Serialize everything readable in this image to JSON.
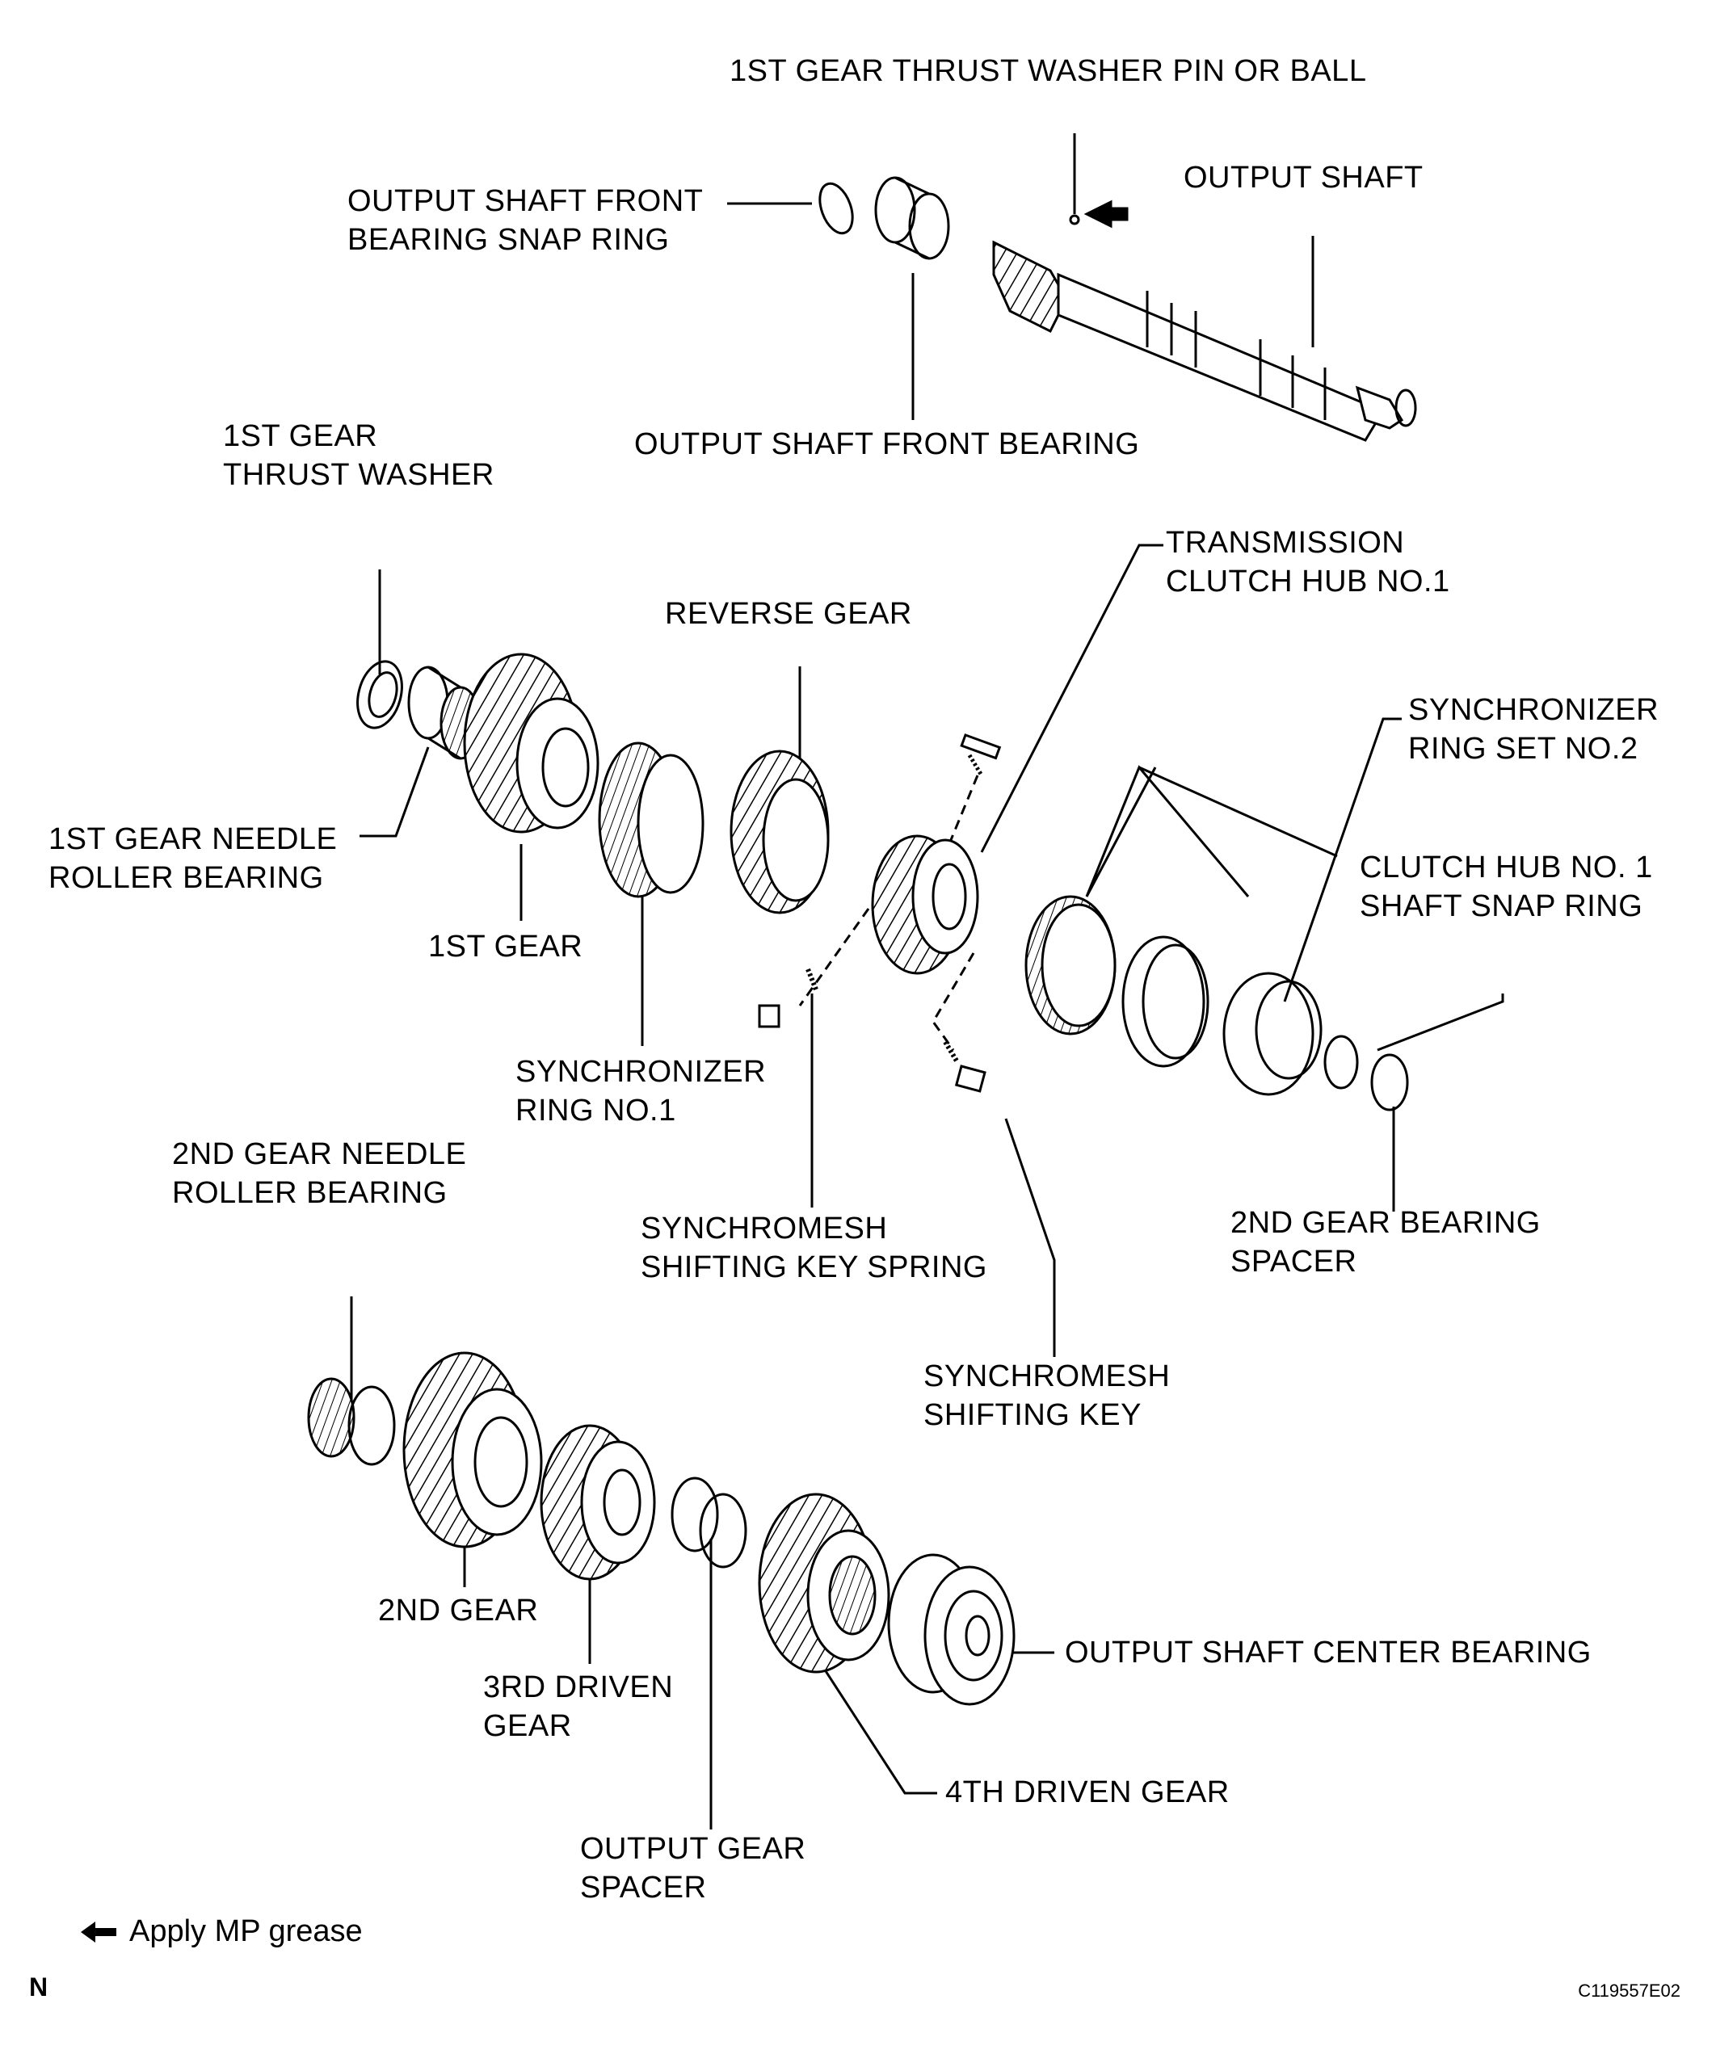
{
  "labels": {
    "thrust_washer_pin": "1ST GEAR THRUST WASHER PIN OR BALL",
    "output_shaft": "OUTPUT SHAFT",
    "front_snap_ring_1": "OUTPUT SHAFT FRONT",
    "front_snap_ring_2": "BEARING SNAP RING",
    "front_bearing": "OUTPUT SHAFT FRONT BEARING",
    "thrust_washer_1": "1ST GEAR",
    "thrust_washer_2": "THRUST WASHER",
    "clutch_hub_1": "TRANSMISSION",
    "clutch_hub_2": "CLUTCH HUB NO.1",
    "reverse_gear": "REVERSE GEAR",
    "sync_ring_set_1": "SYNCHRONIZER",
    "sync_ring_set_2": "RING SET NO.2",
    "hub_snap_ring_1": "CLUTCH HUB NO. 1",
    "hub_snap_ring_2": "SHAFT SNAP RING",
    "needle_1st_1": "1ST GEAR NEEDLE",
    "needle_1st_2": "ROLLER BEARING",
    "first_gear": "1ST GEAR",
    "sync_ring_1_1": "SYNCHRONIZER",
    "sync_ring_1_2": "RING NO.1",
    "needle_2nd_1": "2ND GEAR NEEDLE",
    "needle_2nd_2": "ROLLER BEARING",
    "key_spring_1": "SYNCHROMESH",
    "key_spring_2": "SHIFTING KEY SPRING",
    "spacer_2nd_1": "2ND GEAR BEARING",
    "spacer_2nd_2": "SPACER",
    "shifting_key_1": "SYNCHROMESH",
    "shifting_key_2": "SHIFTING KEY",
    "second_gear": "2ND GEAR",
    "third_driven_1": "3RD DRIVEN",
    "third_driven_2": "GEAR",
    "center_bearing": "OUTPUT SHAFT CENTER BEARING",
    "fourth_driven": "4TH DRIVEN GEAR",
    "output_spacer_1": "OUTPUT GEAR",
    "output_spacer_2": "SPACER"
  },
  "legend": {
    "text": "Apply MP grease",
    "icon": "arrow-left-icon"
  },
  "footer": {
    "code": "C119557E02",
    "mark": "N"
  }
}
